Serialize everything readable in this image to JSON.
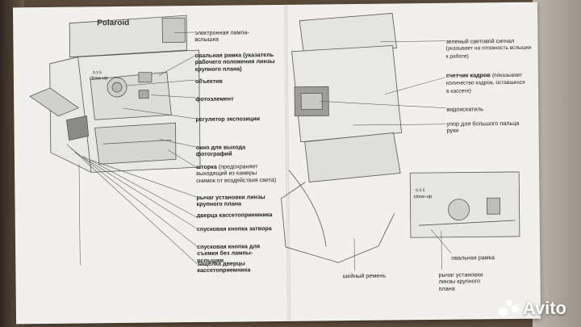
{
  "left_page": {
    "camera_brand": "Polaroid",
    "camera_closeup": "close-up",
    "camera_dist": "0.3 5",
    "labels": [
      {
        "id": "flash",
        "text": "электронная лампа-вспышка"
      },
      {
        "id": "oval",
        "text": "овальная рамка (указатель рабочего положения линзы крупного плана)"
      },
      {
        "id": "lens",
        "text": "объектив"
      },
      {
        "id": "photo",
        "text": "фотоэлемент"
      },
      {
        "id": "exposure",
        "text": "регулятор экспозиции"
      },
      {
        "id": "exit",
        "text": "окно для выхода фотографий"
      },
      {
        "id": "curtain_title",
        "text": "шторка"
      },
      {
        "id": "curtain_sub",
        "text": "(предохраняет выходящий из камеры снимок от воздействия света)"
      },
      {
        "id": "lever",
        "text": "рычаг установки линзы крупного плана"
      },
      {
        "id": "door",
        "text": "дверца кассетоприемника"
      },
      {
        "id": "shutter",
        "text": "спусковая кнопка затвора"
      },
      {
        "id": "shutter2",
        "text": "спусковая кнопка для съемки без лампы-вспышки"
      },
      {
        "id": "latch",
        "text": "защелка дверцы кассетоприемника"
      }
    ]
  },
  "right_page": {
    "labels": [
      {
        "id": "green_title",
        "text": "зеленый световой сигнал"
      },
      {
        "id": "green_sub",
        "text": "(указывает на готовность вспышки к работе)"
      },
      {
        "id": "counter_title",
        "text": "счетчик кадров"
      },
      {
        "id": "counter_sub",
        "text": "(показывает количество кадров, оставшихся в кассете)"
      },
      {
        "id": "viewfinder",
        "text": "видоискатель"
      },
      {
        "id": "thumb",
        "text": "упор для большого пальца руки"
      },
      {
        "id": "strap",
        "text": "шейный ремень"
      },
      {
        "id": "oval2",
        "text": "овальная рамка"
      },
      {
        "id": "lever2",
        "text": "рычаг установки линзы крупного плана"
      }
    ],
    "inset_closeup": "close-up",
    "inset_dist": "0.3 5"
  },
  "watermark": "Avito"
}
